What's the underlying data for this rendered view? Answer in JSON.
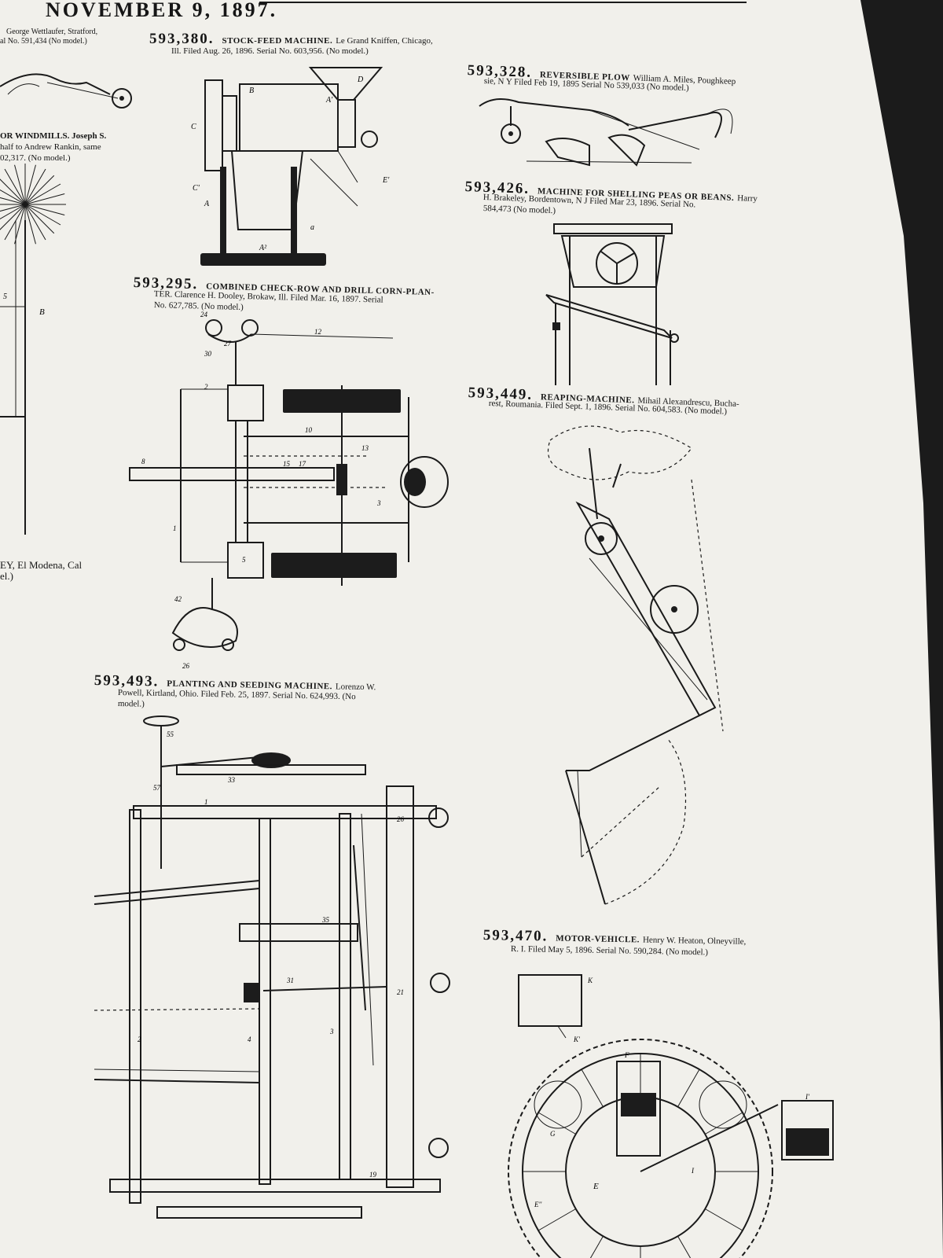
{
  "header": {
    "date": "NOVEMBER 9, 1897."
  },
  "left_column": {
    "entry_top": {
      "line1": "George Wettlaufer, Stratford,",
      "line2": "al No. 591,434   (No model.)"
    },
    "entry_windmills": {
      "line1": "OR WINDMILLS.   Joseph S.",
      "line2": "half to Andrew Rankin, same",
      "line3": "02,317.   (No model.)"
    },
    "entry_bottom": {
      "line1": "EY, El Modena, Cal",
      "line2": "el.)"
    },
    "fig_label_b": "B",
    "fig_label_5": "5"
  },
  "patents": [
    {
      "number": "593,380.",
      "title": "STOCK-FEED MACHINE.",
      "line1": "Le Grand Kniffen, Chicago,",
      "line2": "Ill.  Filed Aug. 26, 1896.  Serial No. 603,956.   (No model.)"
    },
    {
      "number": "593,328.",
      "title": "REVERSIBLE PLOW",
      "line1": "William A. Miles, Poughkeep",
      "line2": "sie, N Y   Filed Feb 19, 1895   Serial No 539,033   (No model.)"
    },
    {
      "number": "593,426.",
      "title": "MACHINE FOR SHELLING PEAS OR BEANS.",
      "line1": "Harry",
      "line2": "H. Brakeley, Bordentown, N J   Filed Mar 23, 1896.  Serial No.",
      "line3": "584,473   (No model.)"
    },
    {
      "number": "593,295.",
      "title": "COMBINED CHECK-ROW AND DRILL CORN-PLAN-",
      "line1": "TER.  Clarence H. Dooley, Brokaw, Ill.   Filed Mar. 16, 1897.  Serial",
      "line2": "No. 627,785.   (No model.)"
    },
    {
      "number": "593,449.",
      "title": "REAPING-MACHINE.",
      "line1": "Mihail Alexandrescu, Bucha-",
      "line2": "rest, Roumania.  Filed Sept. 1, 1896.  Serial No. 604,583.   (No model.)"
    },
    {
      "number": "593,493.",
      "title": "PLANTING AND SEEDING MACHINE.",
      "line1": "Lorenzo W.",
      "line2": "Powell, Kirtland, Ohio.   Filed Feb. 25, 1897.  Serial No. 624,993.  (No",
      "line3": "model.)"
    },
    {
      "number": "593,470.",
      "title": "MOTOR-VEHICLE.",
      "line1": "Henry W. Heaton, Olneyville,",
      "line2": "R. I.  Filed May 5, 1896.  Serial No. 590,284.   (No model.)"
    }
  ],
  "figure_labels": {
    "stock_feed": [
      "D",
      "B",
      "C",
      "A",
      "C'",
      "A'",
      "E'",
      "a",
      "A²"
    ],
    "corn_planter": [
      "24",
      "27",
      "30",
      "12",
      "2",
      "8",
      "10",
      "13",
      "15",
      "17",
      "3",
      "5",
      "1",
      "42",
      "26"
    ],
    "seeding": [
      "55",
      "57",
      "1",
      "2",
      "3",
      "4",
      "26",
      "21",
      "19",
      "31",
      "33",
      "35"
    ],
    "motor": [
      "K",
      "K'",
      "F",
      "G",
      "E",
      "E''",
      "I",
      "I'"
    ]
  },
  "colors": {
    "paper": "#f1f0eb",
    "ink": "#161616",
    "background": "#1a1a1a"
  }
}
